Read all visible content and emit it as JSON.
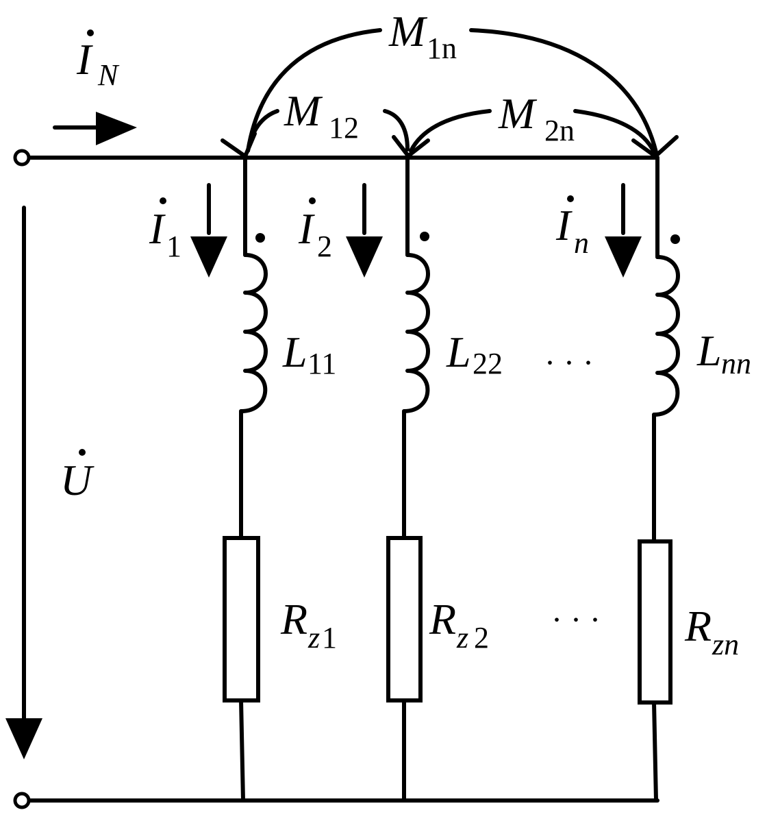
{
  "source_current": {
    "symbol": "I",
    "subscript": "N"
  },
  "voltage": {
    "symbol": "U"
  },
  "mutual_inductances": [
    {
      "symbol": "M",
      "subscript": "1n"
    },
    {
      "symbol": "M",
      "subscript": "12"
    },
    {
      "symbol": "M",
      "subscript": "2n"
    }
  ],
  "branches": [
    {
      "current": {
        "symbol": "I",
        "subscript": "1"
      },
      "inductor": {
        "symbol": "L",
        "subscript": "11"
      },
      "resistor": {
        "symbol": "R",
        "subscript_italic": "z",
        "subscript": "1"
      }
    },
    {
      "current": {
        "symbol": "I",
        "subscript": "2"
      },
      "inductor": {
        "symbol": "L",
        "subscript": "22"
      },
      "resistor": {
        "symbol": "R",
        "subscript_italic": "z",
        "subscript": "2"
      }
    },
    {
      "current": {
        "symbol": "I",
        "subscript": "n"
      },
      "inductor": {
        "symbol": "L",
        "subscript": "nn"
      },
      "resistor": {
        "symbol": "R",
        "subscript_italic": "zn",
        "subscript": ""
      }
    }
  ],
  "ellipsis_text": "· · ·"
}
